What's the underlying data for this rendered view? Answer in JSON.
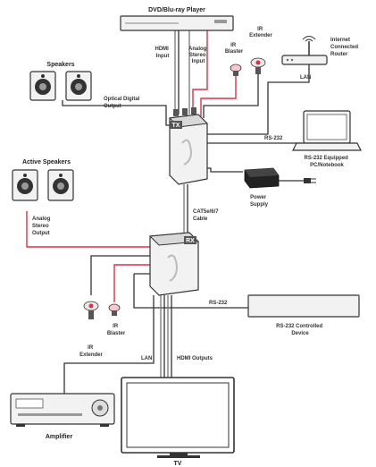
{
  "colors": {
    "cable_dark": "#333333",
    "cable_light": "#777777",
    "cable_red": "#d9324c",
    "device_fill": "#f2f2f2",
    "badge_fill": "#555555"
  },
  "labels": {
    "dvd_player": "DVD/Blu-ray Player",
    "hdmi_input": [
      "HDMI",
      "Input"
    ],
    "analog_stereo_input": [
      "Analog",
      "Stereo",
      "Input"
    ],
    "ir_extender_top": [
      "IR",
      "Extender"
    ],
    "ir_blaster_top": [
      "IR",
      "Blaster"
    ],
    "internet_router": [
      "Internet",
      "Connected",
      "Router"
    ],
    "lan_top": "LAN",
    "speakers": "Speakers",
    "optical_output": [
      "Optical Digital",
      "Output"
    ],
    "tx_badge": "TX",
    "rs232_top": "RS-232",
    "pc_notebook": [
      "RS-232 Equipped",
      "PC/Notebook"
    ],
    "power_supply": [
      "Power",
      "Supply"
    ],
    "active_speakers": "Active Speakers",
    "cat_cable": [
      "CAT5e/6/7",
      "Cable"
    ],
    "analog_stereo_output": [
      "Analog",
      "Stereo",
      "Output"
    ],
    "rx_badge": "RX",
    "rs232_bottom": "RS-232",
    "rs232_device": [
      "RS-232 Controlled",
      "Device"
    ],
    "ir_extender_bottom": [
      "IR",
      "Extender"
    ],
    "ir_blaster_bottom": [
      "IR",
      "Blaster"
    ],
    "lan_bottom": "LAN",
    "hdmi_outputs": "HDMI Outputs",
    "amplifier": "Amplifier",
    "tv": "TV"
  }
}
